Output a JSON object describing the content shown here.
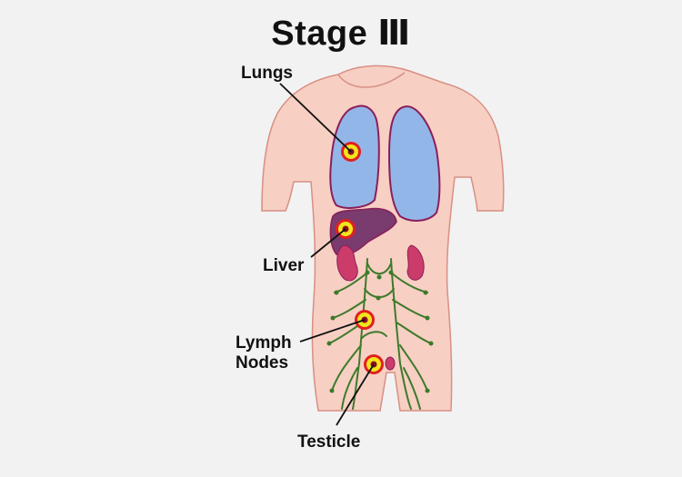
{
  "title": "Stage Ⅲ",
  "labels": {
    "lungs": "Lungs",
    "liver": "Liver",
    "lymph_line1": "Lymph",
    "lymph_line2": "Nodes",
    "testicle": "Testicle"
  },
  "colors": {
    "background": "#f2f2f2",
    "skin": "#f7cfc3",
    "skin_outline": "#d88f84",
    "lungs": "#93b6e8",
    "organ_outline": "#8a1f5a",
    "liver": "#7a3b6e",
    "kidneys": "#cc3c6a",
    "lymph": "#3d7a2a",
    "tumor_fill": "#f2e51c",
    "tumor_ring": "#e02020",
    "tumor_core": "#8a1020"
  }
}
